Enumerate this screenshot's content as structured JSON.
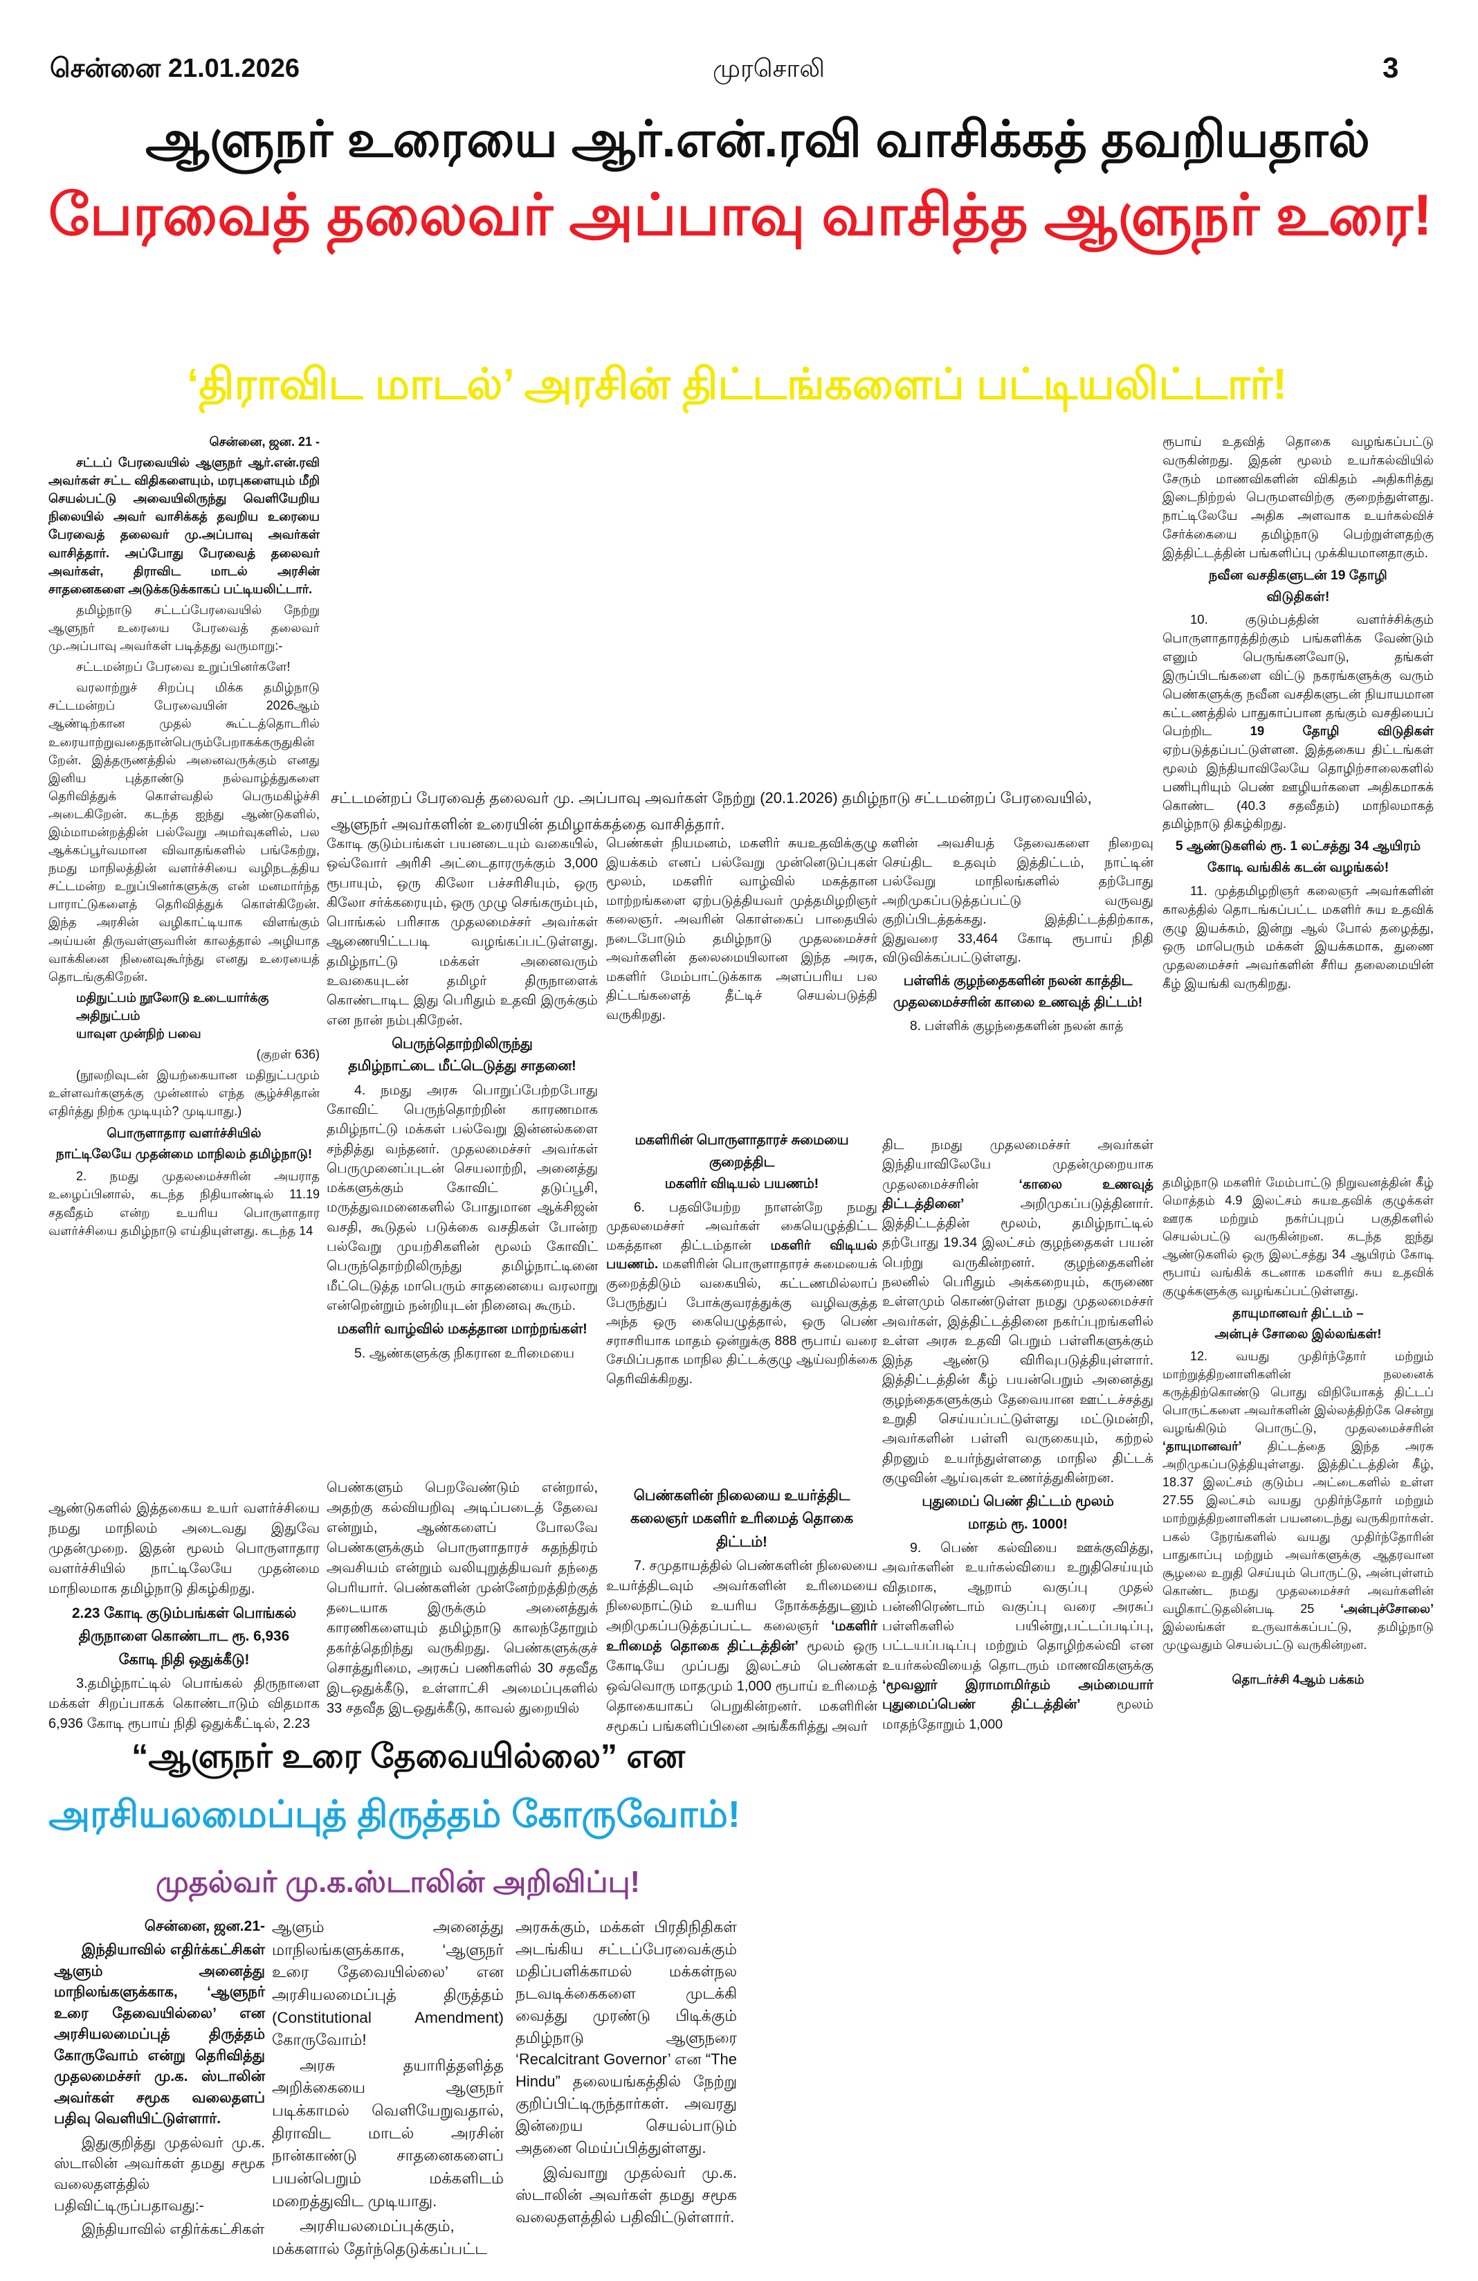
{
  "header": {
    "dateline": "சென்னை 21.01.2026",
    "paper": "முரசொலி",
    "page": "3"
  },
  "headlines": {
    "kicker": "ஆளுநர் உரையை ஆர்.என்.ரவி வாசிக்கத் தவறியதால்",
    "main": "பேரவைத் தலைவர் அப்பாவு வாசித்த ஆளுநர் உரை!",
    "sub": "‘திராவிட மாடல்’ அரசின் திட்டங்களைப் பட்டியலிட்டார்!"
  },
  "colors": {
    "main": "#ed1c24",
    "sub": "#f4e900",
    "blue": "#1aa7e0",
    "purple": "#8b3a8f"
  },
  "photo_caption": "சட்டமன்றப் பேரவைத் தலைவர் மு. அப்பாவு அவர்கள் நேற்று (20.1.2026) தமிழ்நாடு சட்டமன்றப் பேரவையில், ஆளுநர் அவர்களின் உரையின் தமிழாக்கத்தை வாசித்தார்.",
  "blocks": {
    "c1a": {
      "items": [
        {
          "type": "dateline",
          "text": "சென்னை, ஜன. 21 -"
        },
        {
          "type": "lead",
          "text": "சட்டப் பேரவையில் ஆளுநர் ஆர்.என்.ரவி அவர்கள் சட்ட விதிகளையும், மரபுகளையும் மீறி செயல்பட்டு அவையிலிருந்து வெளியேறிய நிலையில் அவர் வாசிக்கத் தவறிய உரையை பேரவைத் தலைவர் மு.அப்பாவு அவர்கள் வாசித்தார். அப்போது பேரவைத் தலைவர் அவர்கள், திராவிட மாடல் அரசின் சாதனைகளை அடுக்கடுக்காகப் பட்டியலிட்டார்."
        },
        {
          "type": "p",
          "text": "தமிழ்நாடு சட்டப்பேரவையில் நேற்று ஆளுநர் உரையை பேரவைத் தலைவர் மு.அப்பாவு அவர்கள் படித்தது வருமாறு:-"
        },
        {
          "type": "p",
          "text": "சட்டமன்றப் பேரவை உறுப்பினர்களே!"
        },
        {
          "type": "p",
          "text": "வரலாற்றுச் சிறப்பு மிக்க தமிழ்நாடு சட்டமன்றப் பேரவையின் 2026ஆம் ஆண்டிற்கான முதல் கூட்டத்தொடரில் உரையாற்றுவதைநான்பெரும்பேறாகக்கருதுகின்றேன். இத்தருணத்தில் அனைவருக்கும் எனது இனிய புத்தாண்டு நல்வாழ்த்துகளை தெரிவித்துக் கொள்வதில் பெருமகிழ்ச்சி அடைகிறேன். கடந்த ஐந்து ஆண்டுகளில், இம்மாமன்றத்தின் பல்வேறு அமர்வுகளில், பல ஆக்கப்பூர்வமான விவாதங்களில் பங்கேற்று, நமது மாநிலத்தின் வளர்ச்சியை வழிநடத்திய சட்டமன்ற உறுப்பினர்களுக்கு என் மனமார்ந்த பாராட்டுகளைத் தெரிவித்துக் கொள்கிறேன். இந்த அரசின் வழிகாட்டியாக விளங்கும் அய்யன் திருவள்ளுவரின் காலத்தால் அழியாத வாக்கினை நினைவுகூர்ந்து எனது உரையைத் தொடங்குகிறேன்."
        },
        {
          "type": "verse",
          "lines": [
            "மதிநுட்பம் நூலோடு உடையார்க்கு அதிநுட்பம்",
            "யாவுள முன்நிற் பவை"
          ]
        },
        {
          "type": "right",
          "text": "(குறள் 636)"
        },
        {
          "type": "p",
          "text": "(நூலறிவுடன் இயற்கையான மதிநுட்பமும் உள்ளவர்களுக்கு முன்னால் எந்த சூழ்ச்சிதான் எதிர்த்து நிற்க முடியும்? முடியாது.)"
        },
        {
          "type": "h",
          "lines": [
            "பொருளாதார வளர்ச்சியில்",
            "நாட்டிலேயே முதன்மை மாநிலம் தமிழ்நாடு!"
          ]
        },
        {
          "type": "p",
          "text": "2. நமது முதலமைச்சரின் அயராத உழைப்பினால், கடந்த நிதியாண்டில் 11.19 சதவீதம் என்ற உயரிய பொருளாதார வளர்ச்சியை தமிழ்நாடு எய்தியுள்ளது. கடந்த 14"
        }
      ]
    },
    "c1b": {
      "items": [
        {
          "type": "p0",
          "text": "ஆண்டுகளில் இத்தகைய உயர் வளர்ச்சியை நமது மாநிலம் அடைவது இதுவே முதன்முறை. இதன் மூலம் பொருளாதார வளர்ச்சியில் நாட்டிலேயே முதன்மை மாநிலமாக தமிழ்நாடு திகழ்கிறது."
        },
        {
          "type": "h",
          "lines": [
            "2.23 கோடி குடும்பங்கள் பொங்கல்",
            "திருநாளை கொண்டாட ரூ. 6,936",
            "கோடி நிதி ஒதுக்கீடு!"
          ]
        },
        {
          "type": "p",
          "text": "3.தமிழ்நாட்டில் பொங்கல் திருநாளை மக்கள் சிறப்பாகக் கொண்டாடும் விதமாக 6,936 கோடி ரூபாய் நிதி ஒதுக்கீட்டில், 2.23"
        }
      ]
    },
    "c2a": {
      "items": [
        {
          "type": "p0",
          "text": "கோடி குடும்பங்கள் பயனடையும் வகையில், ஒவ்வோர் அரிசி அட்டைதாரருக்கும் 3,000 ரூபாயும், ஒரு கிலோ பச்சரிசியும், ஒரு கிலோ சர்க்கரையும், ஒரு முழு செங்கரும்பும், பொங்கல் பரிசாக முதலமைச்சர் அவர்கள் ஆணையிட்டபடி வழங்கப்பட்டுள்ளது. தமிழ்நாட்டு மக்கள் அனைவரும் உவகையுடன் தமிழர் திருநாளைக் கொண்டாடிட இது பெரிதும் உதவி இருக்கும் என நான் நம்புகிறேன்."
        },
        {
          "type": "h",
          "lines": [
            "பெருந்தொற்றிலிருந்து",
            "தமிழ்நாட்டை மீட்டெடுத்து சாதனை!"
          ]
        },
        {
          "type": "p",
          "text": "4. நமது அரசு பொறுப்பேற்றபோது கோவிட் பெருந்தொற்றின் காரணமாக தமிழ்நாட்டு மக்கள் பல்வேறு இன்னல்களை சந்தித்து வந்தனர். முதலமைச்சர் அவர்கள் பெருமுனைப்புடன் செயலாற்றி, அனைத்து மக்களுக்கும் கோவிட் தடுப்பூசி, மருத்துவமனைகளில் போதுமான ஆக்சிஜன் வசதி, கூடுதல் படுக்கை வசதிகள் போன்ற பல்வேறு முயற்சிகளின் மூலம் கோவிட் பெருந்தொற்றிலிருந்து தமிழ்நாட்டினை மீட்டெடுத்த மாபெரும் சாதனையை வரலாறு என்றென்றும் நன்றியுடன் நினைவு கூரும்."
        },
        {
          "type": "h",
          "lines": [
            "மகளிர் வாழ்வில் மகத்தான மாற்றங்கள்!"
          ]
        },
        {
          "type": "p",
          "text": "5. ஆண்களுக்கு நிகரான உரிமையை"
        }
      ]
    },
    "c2b": {
      "items": [
        {
          "type": "p0",
          "text": "பெண்களும் பெறவேண்டும் என்றால், அதற்கு கல்வியறிவு அடிப்படைத் தேவை என்றும், ஆண்களைப் போலவே பெண்களுக்கும் பொருளாதாரச் சுதந்திரம் அவசியம் என்றும் வலியுறுத்தியவர் தந்தை பெரியார். பெண்களின் முன்னேற்றத்திற்குத் தடையாக இருக்கும் அனைத்துக் காரணிகளையும் தமிழ்நாடு காலந்தோறும் தகர்த்தெறிந்து வருகிறது. பெண்களுக்குச் சொத்துரிமை, அரசுப் பணிகளில் 30 சதவீத இடஒதுக்கீடு, உள்ளாட்சி அமைப்புகளில் 33 சதவீத இடஒதுக்கீடு, காவல் துறையில்"
        }
      ]
    },
    "c3a": {
      "items": [
        {
          "type": "p0",
          "text": "பெண்கள் நியமனம், மகளிர் சுயஉதவிக்குழு இயக்கம் எனப் பல்வேறு முன்னெடுப்புகள் மூலம், மகளிர் வாழ்வில் மகத்தான மாற்றங்களை ஏற்படுத்தியவர் முத்தமிழறிஞர் கலைஞர். அவரின் கொள்கைப் பாதையில் நடைபோடும் தமிழ்நாடு முதலமைச்சர் அவர்களின் தலைமையிலான இந்த அரசு, மகளிர் மேம்பாட்டுக்காக அளப்பரிய பல திட்டங்களைத் தீட்டிச் செயல்படுத்தி வருகிறது."
        }
      ]
    },
    "c3b": {
      "items": [
        {
          "type": "h",
          "lines": [
            "மகளிரின் பொருளாதாரச் சுமையை குறைத்திட",
            "மகளிர் விடியல் பயணம்!"
          ]
        },
        {
          "type": "p",
          "runs": [
            {
              "text": "6. பதவியேற்ற நாளன்றே நமது முதலமைச்சர் அவர்கள் கையெழுத்திட்ட மகத்தான திட்டம்தான் "
            },
            {
              "text": "மகளிர் விடியல் பயணம்.",
              "bold": true
            },
            {
              "text": " மகளிரின் பொருளாதாரச் சுமையைக் குறைத்திடும் வகையில், கட்டணமில்லாப் பேருந்துப் போக்குவரத்துக்கு வழிவகுத்த அந்த ஒரு கையெழுத்தால், ஒரு பெண் சராசரியாக மாதம் ஒன்றுக்கு 888 ரூபாய் வரை சேமிப்பதாக மாநில திட்டக்குழு ஆய்வறிக்கை தெரிவிக்கிறது."
            }
          ]
        }
      ]
    },
    "c3c": {
      "items": [
        {
          "type": "h",
          "lines": [
            "பெண்களின் நிலையை உயர்த்திட",
            "கலைஞர் மகளிர் உரிமைத் தொகை திட்டம்!"
          ]
        },
        {
          "type": "p",
          "runs": [
            {
              "text": "7. சமுதாயத்தில் பெண்களின் நிலையை உயர்த்திடவும் அவர்களின் உரிமையை நிலைநாட்டும் உயரிய நோக்கத்துடனும் அறிமுகப்படுத்தப்பட்ட கலைஞர் "
            },
            {
              "text": "‘மகளிர் உரிமைத் தொகை திட்டத்தின்’",
              "bold": true
            },
            {
              "text": " மூலம் ஒரு கோடியே முப்பது இலட்சம் பெண்கள் ஒவ்வொரு மாதமும் 1,000 ரூபாய் உரிமைத் தொகையாகப் பெறுகின்றனர். மகளிரின் சமூகப் பங்களிப்பினை அங்கீகரித்து அவர்"
            }
          ]
        }
      ]
    },
    "c4a": {
      "items": [
        {
          "type": "p0",
          "text": "களின் அவசியத் தேவைகளை நிறைவு செய்திட உதவும் இத்திட்டம், நாட்டின் பல்வேறு மாநிலங்களில் தற்போது அறிமுகப்படுத்தப்பட்டு வருவது குறிப்பிடத்தக்கது. இத்திட்டத்திற்காக, இதுவரை 33,464 கோடி ரூபாய் நிதி விடுவிக்கப்பட்டுள்ளது."
        },
        {
          "type": "h",
          "lines": [
            "பள்ளிக் குழந்தைகளின் நலன் காத்திட",
            "முதலமைச்சரின் காலை உணவுத் திட்டம்!"
          ]
        },
        {
          "type": "p",
          "text": "8. பள்ளிக் குழந்தைகளின் நலன் காத்"
        }
      ]
    },
    "c4b": {
      "items": [
        {
          "type": "p0",
          "runs": [
            {
              "text": "திட நமது முதலமைச்சர் அவர்கள் இந்தியாவிலேயே முதன்முறையாக முதலமைச்சரின் "
            },
            {
              "text": "‘காலை உணவுத் திட்டத்தினை’",
              "bold": true
            },
            {
              "text": " அறிமுகப்படுத்தினார். இத்திட்டத்தின் மூலம், தமிழ்நாட்டில் தற்போது 19.34 இலட்சம் குழந்தைகள் பயன் பெற்று வருகின்றனர். குழந்தைகளின் நலனில் பெரிதும் அக்கறையும், கருணை உள்ளமும் கொண்டுள்ள நமது முதலமைச்சர் அவர்கள், இத்திட்டத்தினை நகர்ப்புறங்களில் உள்ள அரசு உதவி பெறும் பள்ளிகளுக்கும் இந்த ஆண்டு விரிவுபடுத்தியுள்ளார். இத்திட்டத்தின் கீழ் பயன்பெறும் அனைத்து குழந்தைகளுக்கும் தேவையான ஊட்டச்சத்து உறுதி செய்யப்பட்டுள்ளது மட்டுமன்றி, அவர்களின் பள்ளி வருகையும், கற்றல் திறனும் உயர்ந்துள்ளதை மாநில திட்டக் குழுவின் ஆய்வுகள் உணர்த்துகின்றன."
            }
          ]
        },
        {
          "type": "h",
          "lines": [
            "புதுமைப் பெண் திட்டம் மூலம்",
            "மாதம் ரூ. 1000!"
          ]
        },
        {
          "type": "p",
          "runs": [
            {
              "text": "9. பெண் கல்வியை ஊக்குவித்து, அவர்களின் உயர்கல்வியை உறுதிசெய்யும் விதமாக, ஆறாம் வகுப்பு முதல் பன்னிரெண்டாம் வகுப்பு வரை அரசுப் பள்ளிகளில் பயின்று,பட்டப்படிப்பு, பட்டயப்படிப்பு மற்றும் தொழிற்கல்வி என உயர்கல்வியைத் தொடரும் மாணவிகளுக்கு "
            },
            {
              "text": "‘மூவலூர் இராமாமிர்தம் அம்மையார் புதுமைப்பெண் திட்டத்தின்’",
              "bold": true
            },
            {
              "text": " மூலம் மாதந்தோறும் 1,000"
            }
          ]
        }
      ]
    },
    "c5a": {
      "items": [
        {
          "type": "p0",
          "text": "ரூபாய் உதவித் தொகை வழங்கப்பட்டு வருகின்றது. இதன் மூலம் உயர்கல்வியில் சேரும் மாணவிகளின் விகிதம் அதிகரித்து இடைநிற்றல் பெருமளவிற்கு குறைந்துள்ளது. நாட்டிலேயே அதிக அளவாக உயர்கல்விச் சேர்க்கையை தமிழ்நாடு பெற்றுள்ளதற்கு இத்திட்டத்தின் பங்களிப்பு முக்கியமானதாகும்."
        },
        {
          "type": "h",
          "lines": [
            "நவீன வசதிகளுடன் 19 தோழி",
            "விடுதிகள்!"
          ]
        },
        {
          "type": "p",
          "runs": [
            {
              "text": "10. குடும்பத்தின் வளர்ச்சிக்கும் பொருளாதாரத்திற்கும் பங்களிக்க வேண்டும் எனும் பெருங்கனவோடு, தங்கள் இருப்பிடங்களை விட்டு நகரங்களுக்கு வரும் பெண்களுக்கு நவீன வசதிகளுடன் நியாயமான கட்டணத்தில் பாதுகாப்பான தங்கும் வசதியைப் பெற்றிட "
            },
            {
              "text": "19 தோழி விடுதிகள்",
              "bold": true
            },
            {
              "text": " ஏற்படுத்தப்பட்டுள்ளன. இத்தகைய திட்டங்கள் மூலம் இந்தியாவிலேயே தொழிற்சாலைகளில் பணிபுரியும் பெண் ஊழியர்களை அதிகமாகக் கொண்ட (40.3 சதவீதம்) மாநிலமாகத் தமிழ்நாடு திகழ்கிறது."
            }
          ]
        },
        {
          "type": "h",
          "lines": [
            "5 ஆண்டுகளில் ரூ. 1 லட்சத்து 34 ஆயிரம்",
            "கோடி வங்கிக் கடன் வழங்கல்!"
          ]
        },
        {
          "type": "p",
          "text": "11. முத்தமிழறிஞர் கலைஞர் அவர்களின் காலத்தில் தொடங்கப்பட்ட மகளிர் சுய உதவிக் குழு இயக்கம், இன்று ஆல் போல் தழைத்து, ஒரு மாபெரும் மக்கள் இயக்கமாக, துணை முதலமைச்சர் அவர்களின் சீரிய தலைமையின் கீழ் இயங்கி வருகிறது."
        }
      ]
    },
    "c5b": {
      "items": [
        {
          "type": "p0",
          "text": "தமிழ்நாடு மகளிர் மேம்பாட்டு நிறுவனத்தின் கீழ் மொத்தம் 4.9 இலட்சம் சுயஉதவிக் குழுக்கள் ஊரக மற்றும் நகர்ப்புறப் பகுதிகளில் செயல்பட்டு வருகின்றன. கடந்த ஐந்து ஆண்டுகளில் ஒரு இலட்சத்து 34 ஆயிரம் கோடி ரூபாய் வங்கிக் கடனாக மகளிர் சுய உதவிக் குழுக்களுக்கு வழங்கப்பட்டுள்ளது."
        },
        {
          "type": "h",
          "lines": [
            "தாயுமானவர் திட்டம் –",
            "அன்புச் சோலை இல்லங்கள்!"
          ]
        },
        {
          "type": "p",
          "runs": [
            {
              "text": "12. வயது முதிர்ந்தோர் மற்றும் மாற்றுத்திறனாளிகளின் நலனைக் கருத்திற்கொண்டு பொது விநியோகத் திட்டப் பொருட்களை அவர்களின் இல்லத்திற்கே சென்று வழங்கிடும் பொருட்டு, முதலமைச்சரின் "
            },
            {
              "text": "‘தாயுமானவர்’",
              "bold": true
            },
            {
              "text": " திட்டத்தை இந்த அரசு அறிமுகப்படுத்தியுள்ளது. இத்திட்டத்தின் கீழ், 18.37 இலட்சம் குடும்ப அட்டைகளில் உள்ள 27.55 இலட்சம் வயது முதிர்ந்தோர் மற்றும் மாற்றுத்திறனாளிகள் பயனடைந்து வருகிறார்கள். பகல் நேரங்களில் வயது முதிர்ந்தோரின் பாதுகாப்பு மற்றும் அவர்களுக்கு ஆதரவான சூழலை உறுதி செய்யும் பொருட்டு, அன்புள்ளம் கொண்ட நமது முதலமைச்சர் அவர்களின் வழிகாட்டுதலின்படி 25 "
            },
            {
              "text": "‘அன்புச்சோலை’",
              "bold": true
            },
            {
              "text": " இல்லங்கள் உருவாக்கப்பட்டு, தமிழ்நாடு முழுவதும் செயல்பட்டு வருகின்றன."
            }
          ]
        },
        {
          "type": "cont",
          "text": "தொடர்ச்சி 4ஆம் பக்கம்"
        }
      ]
    },
    "bA": {
      "items": [
        {
          "type": "dateline",
          "text": "சென்னை, ஜன.21-"
        },
        {
          "type": "lead",
          "text": "இந்தியாவில் எதிர்க்கட்சிகள் ஆளும் அனைத்து மாநிலங்களுக்காக, ‘ஆளுநர் உரை தேவையில்லை’ என அரசியலமைப்புத் திருத்தம் கோருவோம் என்று தெரிவித்து முதலமைச்சர் மு.க. ஸ்டாலின் அவர்கள் சமூக வலைதளப் பதிவு வெளியிட்டுள்ளார்."
        },
        {
          "type": "p",
          "text": "இதுகுறித்து முதல்வர் மு.க. ஸ்டாலின் அவர்கள் தமது சமூக வலைதளத்தில் பதிவிட்டிருப்பதாவது:-"
        },
        {
          "type": "p",
          "text": "இந்தியாவில் எதிர்க்கட்சிகள்"
        }
      ]
    },
    "bB": {
      "items": [
        {
          "type": "p0",
          "text": "ஆளும் அனைத்து மாநிலங்களுக்காக, ‘ஆளுநர் உரை தேவையில்லை’ என அரசியலமைப்புத் திருத்தம் (Constitutional Amendment) கோருவோம்!"
        },
        {
          "type": "p",
          "text": "அரசு தயாரித்தளித்த அறிக்கையை ஆளுநர் படிக்காமல் வெளியேறுவதால், திராவிட மாடல் அரசின் நான்காண்டு சாதனைகளைப் பயன்பெறும் மக்களிடம் மறைத்துவிட முடியாது."
        },
        {
          "type": "p",
          "text": "அரசியலமைப்புக்கும், மக்களால் தேர்ந்தெடுக்கப்பட்ட"
        }
      ]
    },
    "bC": {
      "items": [
        {
          "type": "p0",
          "text": "அரசுக்கும், மக்கள் பிரதிநிதிகள் அடங்கிய சட்டப்பேரவைக்கும் மதிப்பளிக்காமல் மக்கள்நல நடவடிக்கைகளை முடக்கி வைத்து முரண்டு பிடிக்கும் தமிழ்நாடு ஆளுநரை ‘Recalcitrant Governor’ என “The Hindu” தலையங்கத்தில் நேற்று குறிப்பிட்டிருந்தார்கள். அவரது இன்றைய செயல்பாடும் அதனை மெய்ப்பித்துள்ளது."
        },
        {
          "type": "p",
          "text": "இவ்வாறு முதல்வர் மு.க. ஸ்டாலின் அவர்கள் தமது சமூக வலைதளத்தில் பதிவிட்டுள்ளார்."
        }
      ]
    }
  },
  "second_story": {
    "kicker": "“ஆளுநர் உரை தேவையில்லை” என",
    "headline": "அரசியலமைப்புத் திருத்தம் கோருவோம்!",
    "subhead": "முதல்வர் மு.க.ஸ்டாலின் அறிவிப்பு!"
  }
}
